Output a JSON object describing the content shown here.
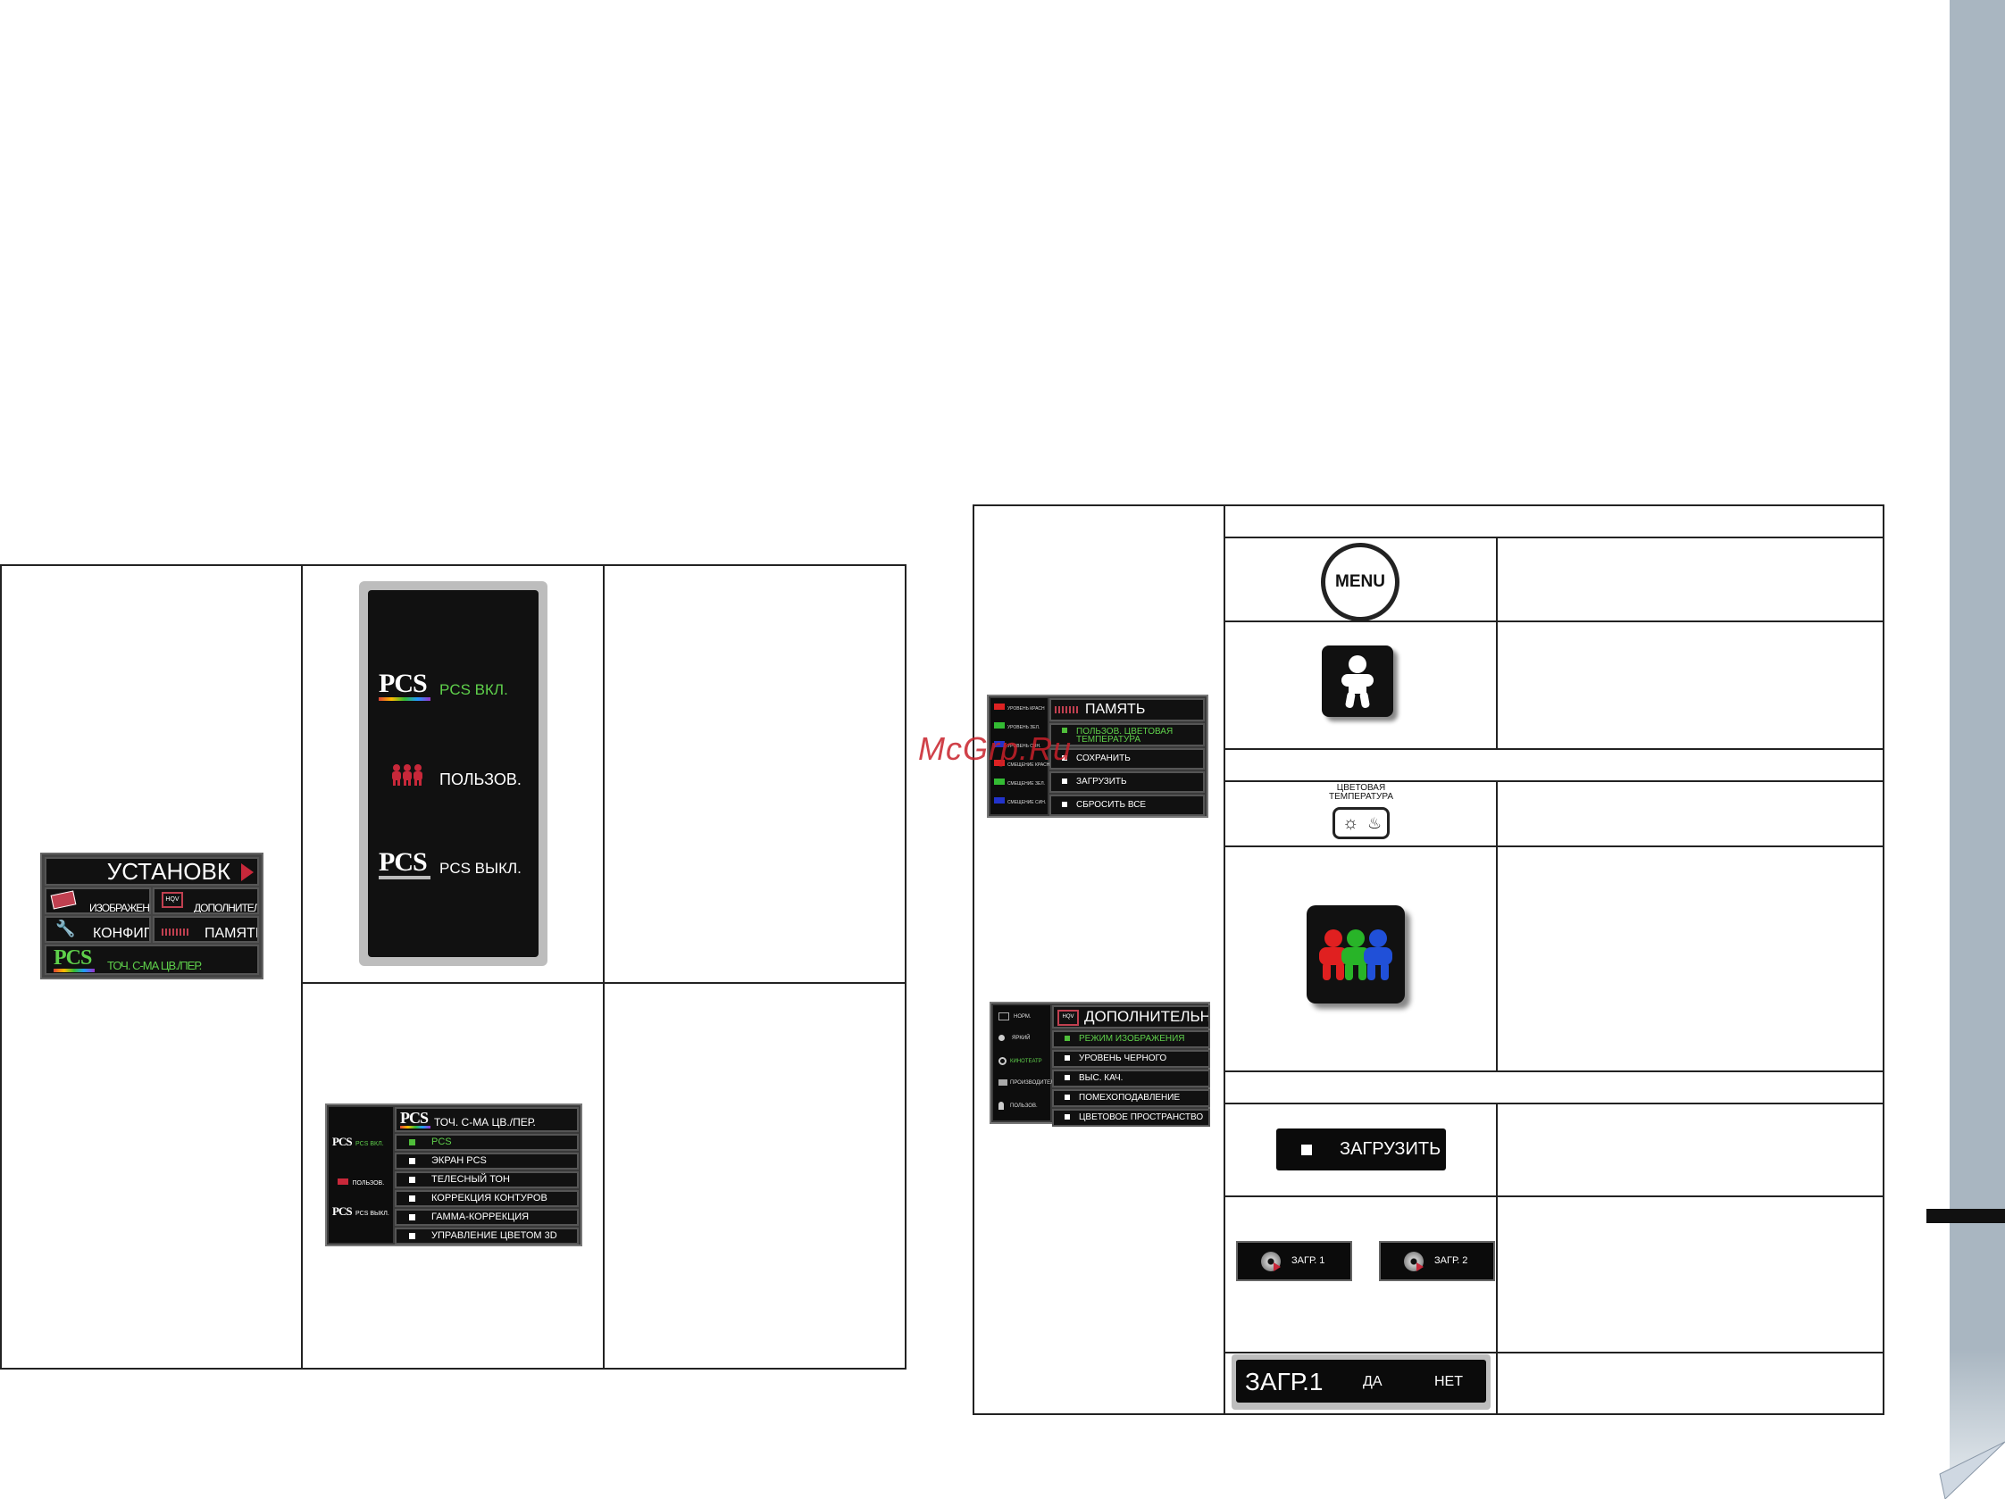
{
  "watermark": "McGrp.Ru",
  "colors": {
    "osd_bg": "#0b0b0b",
    "osd_green": "#5fd04b",
    "sidebar_grey": "#a9b6c1",
    "watermark_red": "#c8202a"
  },
  "left_table": {
    "setup_menu": {
      "title": "УСТАНОВК",
      "items": [
        "ИЗОБРАЖЕНИЕ",
        "ДОПОЛНИТЕЛЬНО",
        "КОНФИГ.",
        "ПАМЯТЬ"
      ],
      "pcs_logo": "PCS",
      "pcs_item": "ТОЧ. С-МА ЦВ./ПЕР."
    },
    "pcs_panel": {
      "logo": "PCS",
      "on": "PCS ВКЛ.",
      "user": "ПОЛЬЗОВ.",
      "off": "PCS ВЫКЛ."
    },
    "pcs_submenu": {
      "logo": "PCS",
      "title": "ТОЧ. С-МА ЦВ./ПЕР.",
      "sidebar": [
        "PCS ВКЛ.",
        "ПОЛЬЗОВ.",
        "PCS ВЫКЛ."
      ],
      "items": [
        "PCS",
        "ЭКРАН PCS",
        "ТЕЛЕСНЫЙ ТОН",
        "КОРРЕКЦИЯ КОНТУРОВ",
        "ГАММА-КОРРЕКЦИЯ",
        "УПРАВЛЕНИЕ ЦВЕТОМ 3D"
      ]
    }
  },
  "right_table": {
    "memory_menu": {
      "title": "ПАМЯТЬ",
      "sidebar": [
        "УРОВЕНЬ КРАСН",
        "УРОВЕНЬ ЗЕЛ.",
        "УРОВЕНЬ СИН.",
        "СМЕЩЕНИЕ КРАСН",
        "СМЕЩЕНИЕ ЗЕЛ.",
        "СМЕЩЕНИЕ СИН."
      ],
      "items": [
        "ПОЛЬЗОВ. ЦВЕТОВАЯ ТЕМПЕРАТУРА",
        "СОХРАНИТЬ",
        "ЗАГРУЗИТЬ",
        "СБРОСИТЬ ВСЕ"
      ]
    },
    "advanced_menu": {
      "title": "ДОПОЛНИТЕЛЬН",
      "sidebar": [
        "НОРМ.",
        "ЯРКИЙ",
        "КИНОТЕАТР",
        "ПРОИЗВОДИТЕЛЬ",
        "ПОЛЬЗОВ."
      ],
      "items": [
        "РЕЖИМ ИЗОБРАЖЕНИЯ",
        "УРОВЕНЬ ЧЕРНОГО",
        "ВЫС. КАЧ.",
        "ПОМЕХОПОДАВЛЕНИЕ",
        "ЦВЕТОВОЕ ПРОСТРАНСТВО"
      ]
    },
    "menu_button": "MENU",
    "color_temp_label": "ЦВЕТОВАЯ ТЕМПЕРАТУРА",
    "load_button": "ЗАГРУЗИТЬ",
    "load1": "ЗАГР. 1",
    "load2": "ЗАГР. 2",
    "confirm": {
      "title": "ЗАГР.1",
      "yes": "ДА",
      "no": "НЕТ"
    }
  }
}
